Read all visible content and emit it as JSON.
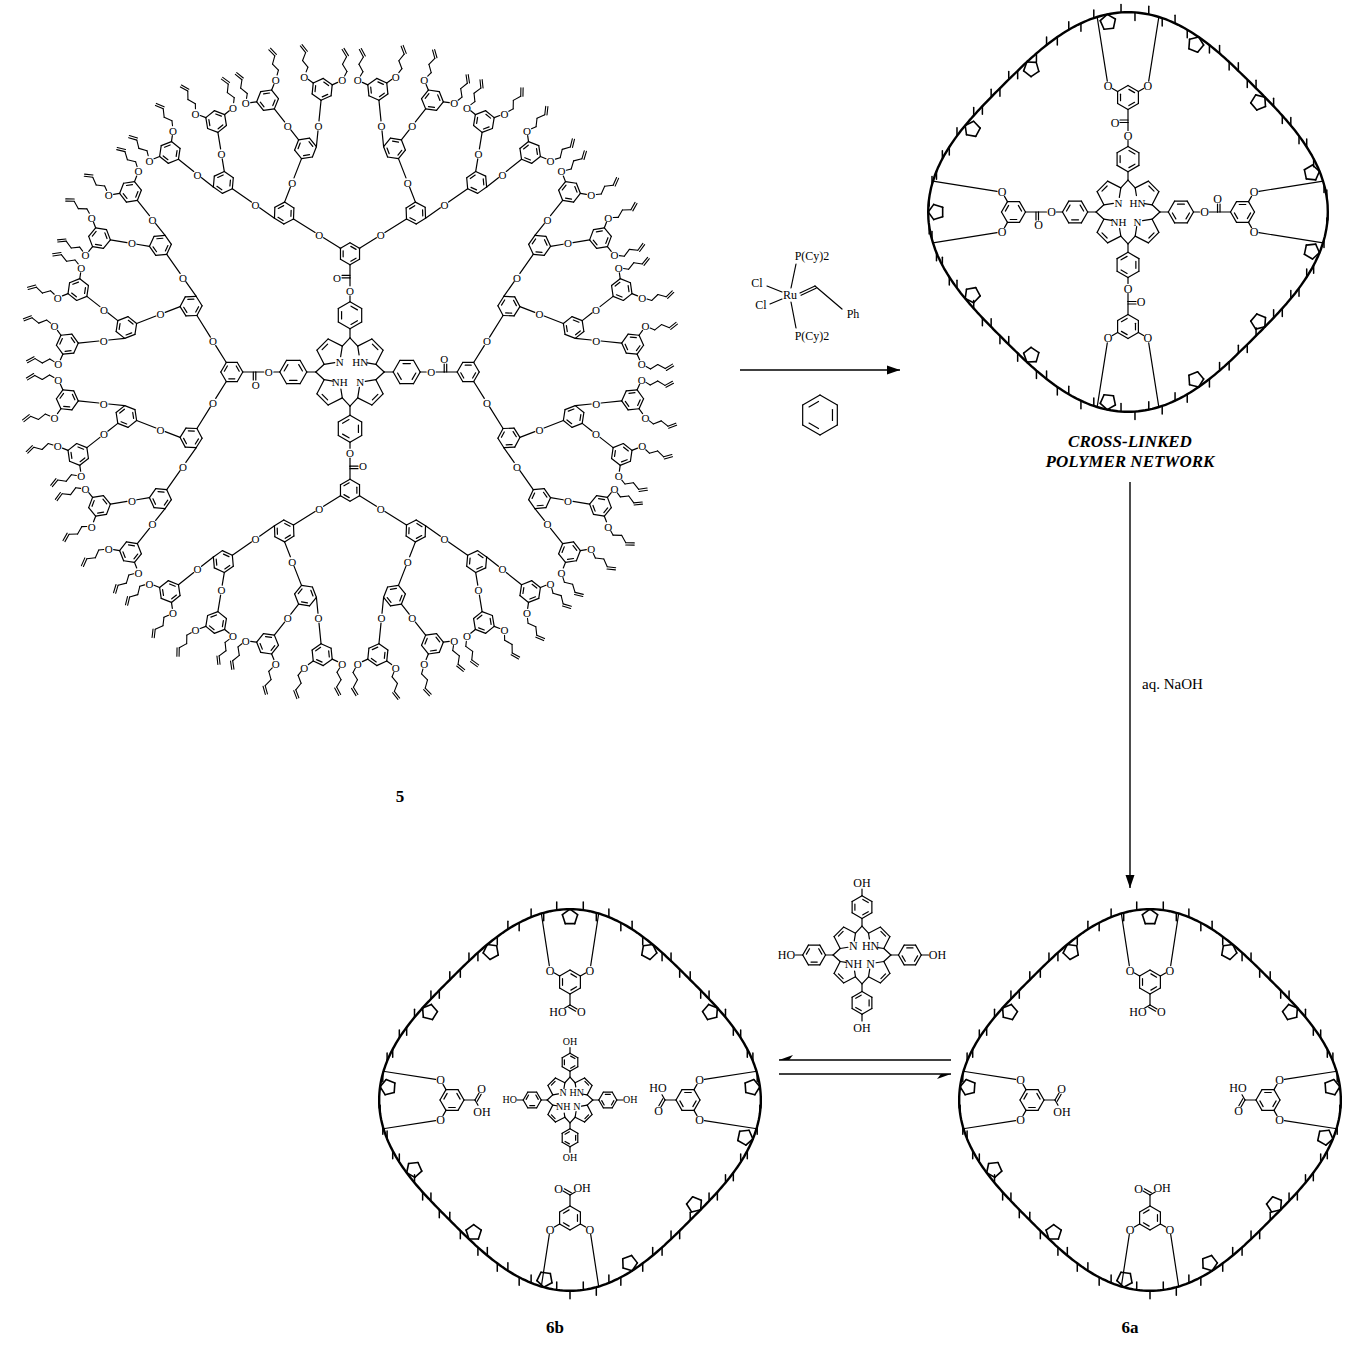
{
  "diagram": {
    "nodes": [
      {
        "text": [
          "5"
        ]
      },
      {
        "text": [
          "CROSS-LINKED POLYMER NETWORK"
        ]
      },
      {
        "text": [
          "6b"
        ]
      },
      {
        "text": [
          "6a"
        ]
      }
    ],
    "edges": [
      {
        "from": 0,
        "to": 1,
        "arrow": "to"
      },
      {
        "from": 1,
        "to": 3,
        "arrow": "to",
        "label": "aq. NaOH"
      },
      {
        "from": 2,
        "to": 3,
        "arrow": "both"
      }
    ],
    "labels": [
      "N",
      "HN",
      "NH",
      "N",
      "O",
      "O",
      "O",
      "O",
      "O",
      "O",
      "O",
      "O",
      "O",
      "O",
      "O",
      "O",
      "O",
      "O",
      "O",
      "O",
      "O",
      "O",
      "O",
      "O",
      "O",
      "O",
      "O",
      "O",
      "O",
      "O",
      "O",
      "O",
      "O",
      "O",
      "O",
      "O",
      "O",
      "O",
      "O",
      "O",
      "O",
      "O",
      "O",
      "O",
      "O",
      "O",
      "O",
      "O",
      "O",
      "O",
      "O",
      "O",
      "O",
      "O",
      "O",
      "O",
      "O",
      "O",
      "O",
      "O",
      "O",
      "O",
      "O",
      "O",
      "O",
      "O",
      "O",
      "O",
      "O",
      "O",
      "O",
      "O",
      "O",
      "O",
      "O",
      "O",
      "O",
      "O",
      "O",
      "O",
      "O",
      "O",
      "O",
      "O",
      "O",
      "O",
      "O",
      "O",
      "O",
      "O",
      "O",
      "O",
      "O",
      "O",
      "O",
      "O",
      "O",
      "O",
      "O",
      "O",
      "O",
      "O",
      "O",
      "O",
      "O",
      "O",
      "O",
      "O",
      "O",
      "O",
      "O",
      "O",
      "O",
      "O",
      "O",
      "O",
      "O",
      "O",
      "O",
      "O",
      "O",
      "O",
      "O",
      "O",
      "O",
      "O",
      "O",
      "O",
      "O",
      "O",
      "O",
      "O",
      "P(Cy)2",
      "Cl",
      "Ru",
      "Ph",
      "Cl",
      "P(Cy)2",
      "N",
      "HN",
      "NH",
      "N",
      "O",
      "O",
      "O",
      "O",
      "O",
      "O",
      "O",
      "O",
      "O",
      "O",
      "O",
      "O",
      "O",
      "O",
      "O",
      "O",
      "N",
      "HN",
      "NH",
      "N",
      "OH",
      "OH",
      "OH",
      "HO",
      "N",
      "HN",
      "NH",
      "N",
      "OH",
      "OH",
      "OH",
      "HO",
      "O",
      "O",
      "O",
      "HO",
      "O",
      "O",
      "O",
      "HO",
      "O",
      "O",
      "O",
      "OH",
      "O",
      "O",
      "O",
      "OH",
      "O",
      "O",
      "O",
      "HO",
      "O",
      "O",
      "O",
      "HO",
      "O",
      "O",
      "O",
      "OH",
      "O",
      "O",
      "O",
      "OH"
    ]
  }
}
